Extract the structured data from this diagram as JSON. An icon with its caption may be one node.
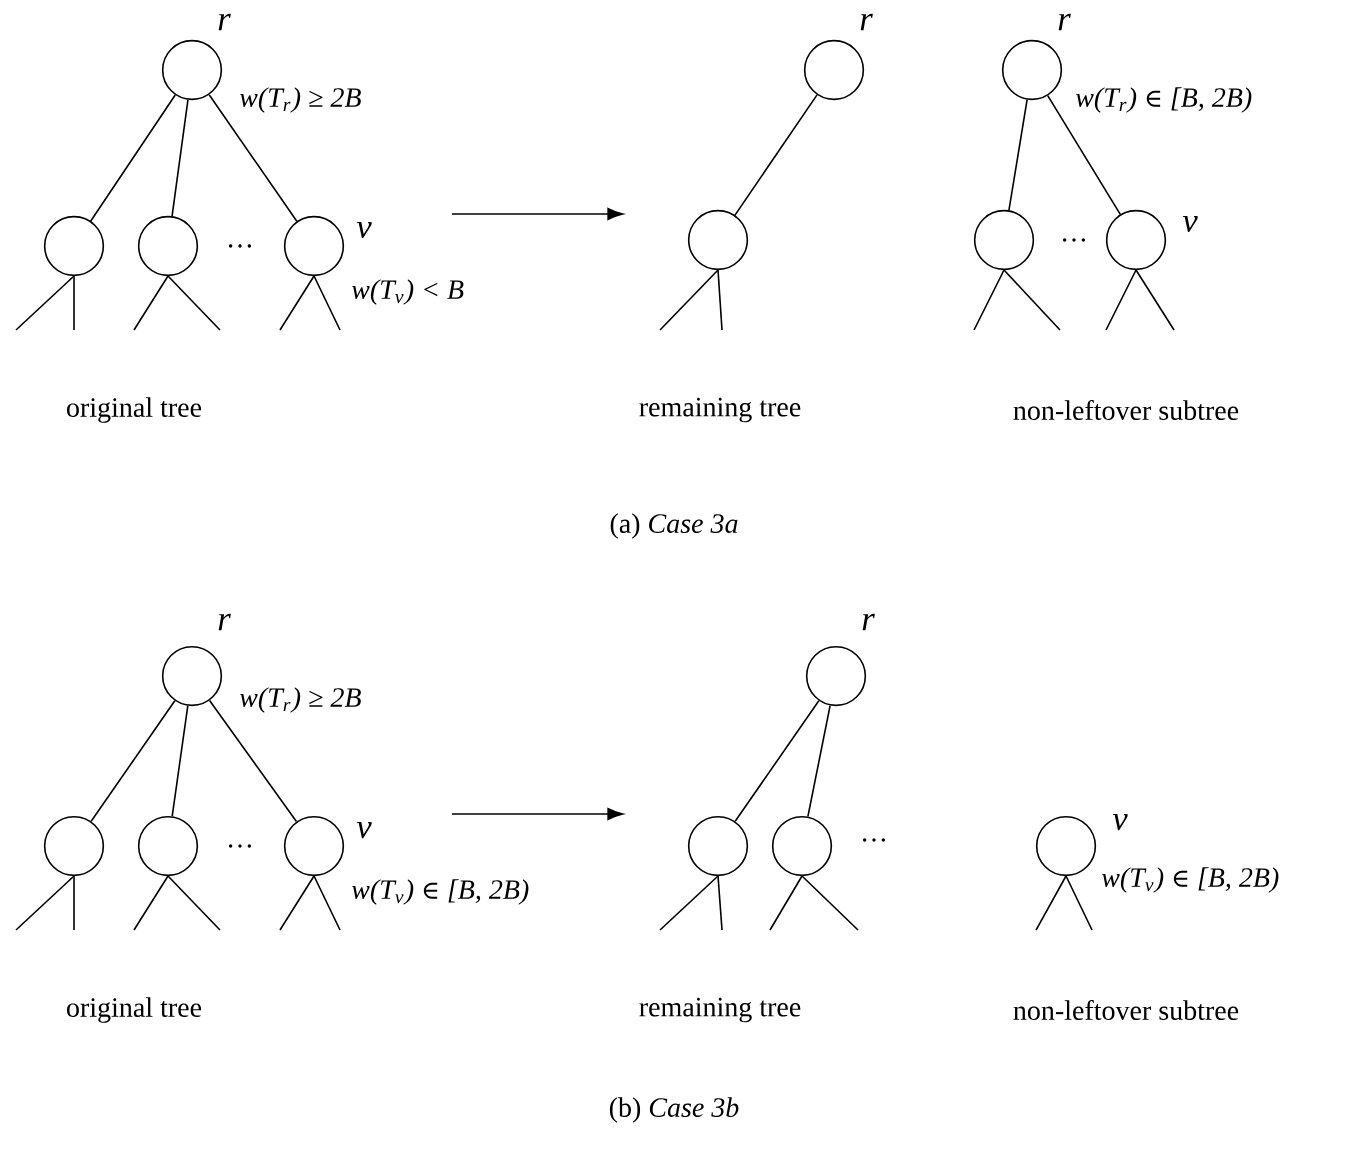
{
  "diagram": {
    "nodes": [
      {
        "text": [],
        "shape": "circle",
        "beside": [
          "r",
          "w(T$_{r}$) ≥ 2B"
        ]
      },
      {
        "text": [],
        "shape": "circle"
      },
      {
        "text": [],
        "shape": "circle"
      },
      {
        "text": [],
        "shape": "circle",
        "beside": [
          "v",
          "w(T$_{v}$) < B"
        ]
      },
      {
        "text": [],
        "shape": "circle",
        "beside": [
          "r"
        ]
      },
      {
        "text": [],
        "shape": "circle"
      },
      {
        "text": [],
        "shape": "circle",
        "beside": [
          "r",
          "w(T$_{r}$) ∈ [B, 2B)"
        ]
      },
      {
        "text": [],
        "shape": "circle"
      },
      {
        "text": [],
        "shape": "circle",
        "beside": [
          "v"
        ]
      },
      {
        "text": [],
        "shape": "circle",
        "beside": [
          "r",
          "w(T$_{r}$) ≥ 2B"
        ]
      },
      {
        "text": [],
        "shape": "circle"
      },
      {
        "text": [],
        "shape": "circle"
      },
      {
        "text": [],
        "shape": "circle",
        "beside": [
          "v",
          "w(T$_{v}$) ∈ [B, 2B)"
        ]
      },
      {
        "text": [],
        "shape": "circle",
        "beside": [
          "r"
        ]
      },
      {
        "text": [],
        "shape": "circle"
      },
      {
        "text": [],
        "shape": "circle"
      },
      {
        "text": [],
        "shape": "circle",
        "beside": [
          "v",
          "w(T$_{v}$) ∈ [B, 2B)"
        ]
      }
    ],
    "edges": [
      {
        "from": 0,
        "to": 1,
        "arrow": "none"
      },
      {
        "from": 0,
        "to": 2,
        "arrow": "none"
      },
      {
        "from": 0,
        "to": 3,
        "arrow": "none"
      },
      {
        "from": 1,
        "to": null,
        "arrow": "none"
      },
      {
        "from": 1,
        "to": null,
        "arrow": "none"
      },
      {
        "from": 2,
        "to": null,
        "arrow": "none"
      },
      {
        "from": 2,
        "to": null,
        "arrow": "none"
      },
      {
        "from": 3,
        "to": null,
        "arrow": "none"
      },
      {
        "from": 3,
        "to": null,
        "arrow": "none"
      },
      {
        "from": 4,
        "to": 5,
        "arrow": "none"
      },
      {
        "from": 5,
        "to": null,
        "arrow": "none"
      },
      {
        "from": 5,
        "to": null,
        "arrow": "none"
      },
      {
        "from": 6,
        "to": 7,
        "arrow": "none"
      },
      {
        "from": 6,
        "to": 8,
        "arrow": "none"
      },
      {
        "from": 7,
        "to": null,
        "arrow": "none"
      },
      {
        "from": 7,
        "to": null,
        "arrow": "none"
      },
      {
        "from": 8,
        "to": null,
        "arrow": "none"
      },
      {
        "from": 8,
        "to": null,
        "arrow": "none"
      },
      {
        "from": 9,
        "to": 10,
        "arrow": "none"
      },
      {
        "from": 9,
        "to": 11,
        "arrow": "none"
      },
      {
        "from": 9,
        "to": 12,
        "arrow": "none"
      },
      {
        "from": 10,
        "to": null,
        "arrow": "none"
      },
      {
        "from": 10,
        "to": null,
        "arrow": "none"
      },
      {
        "from": 11,
        "to": null,
        "arrow": "none"
      },
      {
        "from": 11,
        "to": null,
        "arrow": "none"
      },
      {
        "from": 12,
        "to": null,
        "arrow": "none"
      },
      {
        "from": 12,
        "to": null,
        "arrow": "none"
      },
      {
        "from": 13,
        "to": 14,
        "arrow": "none"
      },
      {
        "from": 13,
        "to": 15,
        "arrow": "none"
      },
      {
        "from": 14,
        "to": null,
        "arrow": "none"
      },
      {
        "from": 14,
        "to": null,
        "arrow": "none"
      },
      {
        "from": 15,
        "to": null,
        "arrow": "none"
      },
      {
        "from": 15,
        "to": null,
        "arrow": "none"
      },
      {
        "from": 16,
        "to": null,
        "arrow": "none"
      },
      {
        "from": 16,
        "to": null,
        "arrow": "none"
      }
    ],
    "labels": [
      "…",
      "…",
      "original tree",
      "remaining tree",
      "non-leftover subtree",
      "(a) *Case 3a*",
      "…",
      "…",
      "original tree",
      "remaining tree",
      "non-leftover subtree",
      "(b) *Case 3b*"
    ]
  }
}
